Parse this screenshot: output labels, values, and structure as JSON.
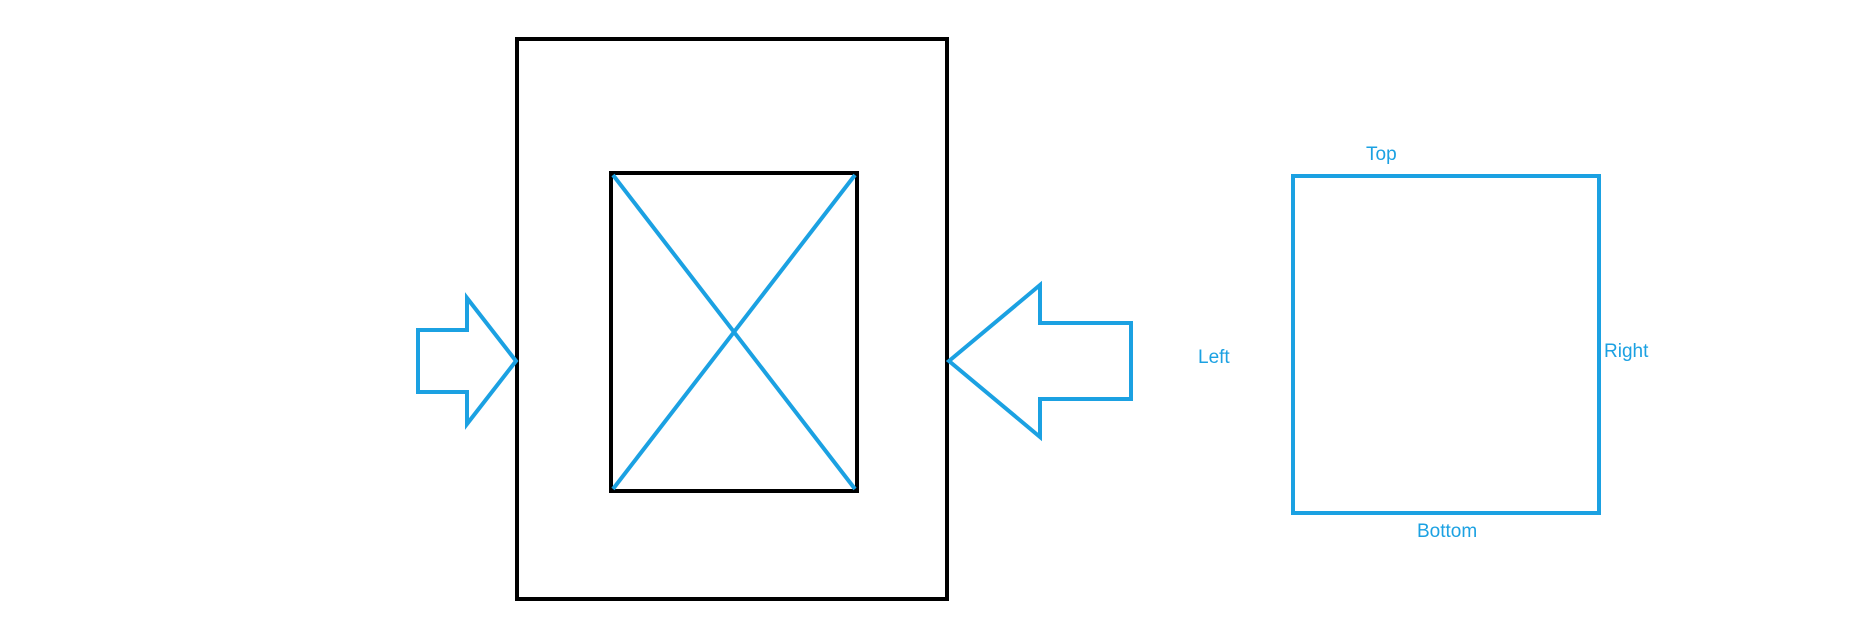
{
  "colors": {
    "background": "#ffffff",
    "frame_stroke": "#000000",
    "accent": "#1ba1e2"
  },
  "labels": {
    "top": "Top",
    "left": "Left",
    "right": "Right",
    "bottom": "Bottom"
  },
  "icons": {
    "left_arrow": "right-pointing-block-arrow-icon",
    "right_arrow": "left-pointing-block-arrow-icon"
  }
}
